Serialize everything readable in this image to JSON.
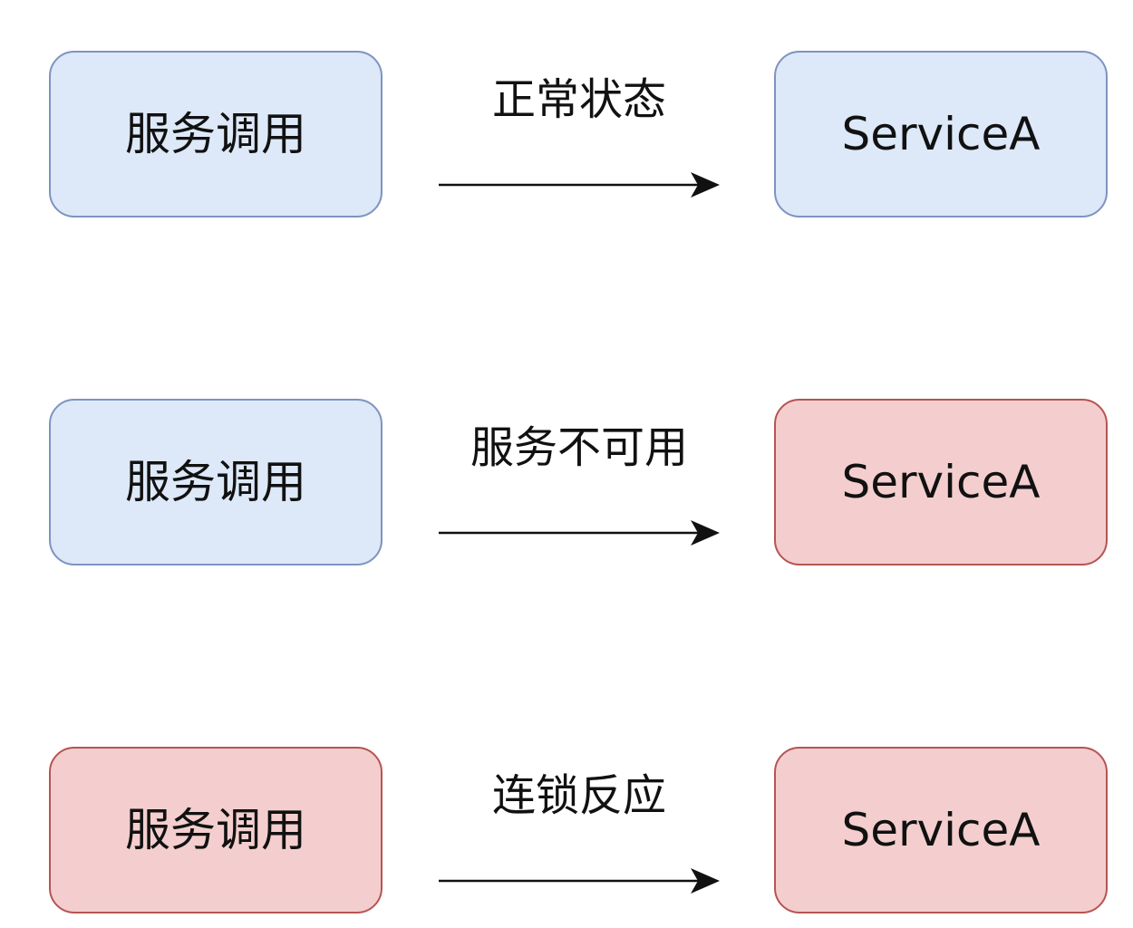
{
  "rows": [
    {
      "caller": {
        "label": "服务调用",
        "state": "normal"
      },
      "edge_label": "正常状态",
      "service": {
        "label": "ServiceA",
        "state": "normal"
      }
    },
    {
      "caller": {
        "label": "服务调用",
        "state": "normal"
      },
      "edge_label": "服务不可用",
      "service": {
        "label": "ServiceA",
        "state": "failed"
      }
    },
    {
      "caller": {
        "label": "服务调用",
        "state": "failed"
      },
      "edge_label": "连锁反应",
      "service": {
        "label": "ServiceA",
        "state": "failed"
      }
    }
  ],
  "colors": {
    "normal_fill": "#dde8f8",
    "normal_border": "#7e93c1",
    "failed_fill": "#f4cece",
    "failed_border": "#b65452",
    "text": "#111111",
    "arrow": "#111111"
  }
}
